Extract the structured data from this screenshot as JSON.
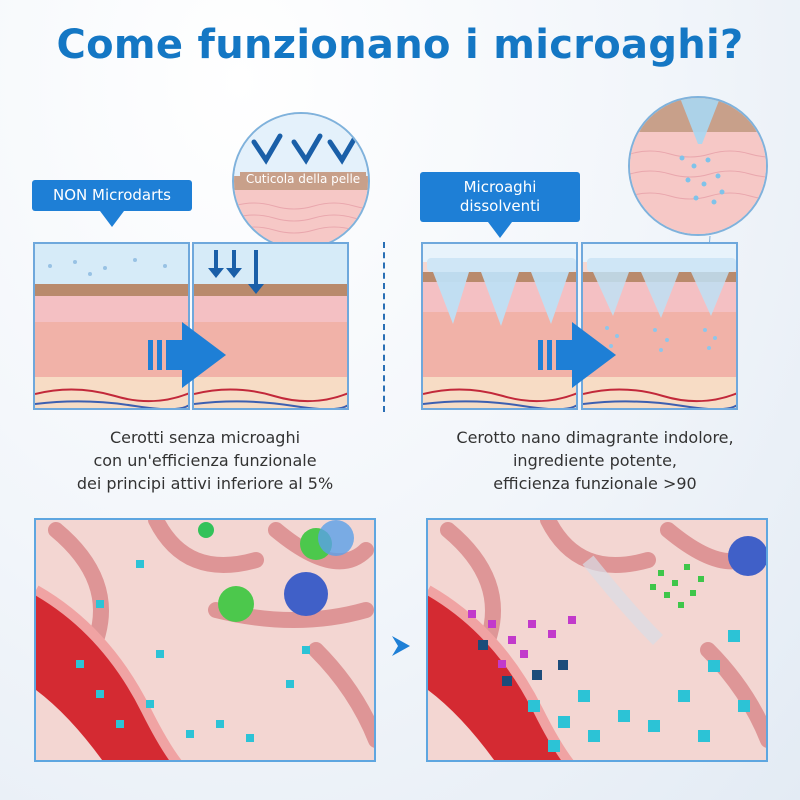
{
  "title": "Come funzionano i microaghi?",
  "left": {
    "label": "NON Microdarts",
    "zoom_label": "Cuticola della pelle",
    "caption": [
      "Cerotti senza microaghi",
      "con un'efficienza funzionale",
      "dei principi attivi inferiore al 5%"
    ]
  },
  "right": {
    "label": [
      "Microaghi",
      "dissolventi"
    ],
    "caption": [
      "Cerotto nano dimagrante indolore,",
      "ingrediente potente,",
      "efficienza funzionale >90"
    ]
  },
  "colors": {
    "accent": "#1477c4",
    "label_bg": "#1e7fd6",
    "panel_border": "#6fa8dc",
    "skin": "#f4c9c1",
    "vessel": "#d8222c",
    "particle_cyan": "#2cc3d6"
  }
}
